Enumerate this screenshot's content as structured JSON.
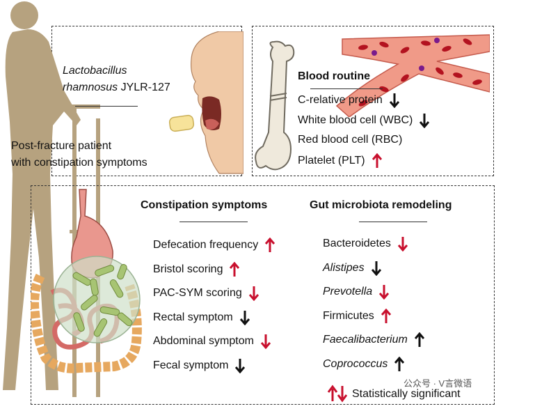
{
  "patient": {
    "species_genus": "Lactobacillus",
    "species_name": "rhamnosus",
    "strain": "JYLR-127",
    "description_line1": "Post-fracture patient",
    "description_line2": "with constipation symptoms"
  },
  "blood_routine": {
    "title": "Blood routine",
    "items": [
      {
        "label": "C-relative protein",
        "direction": "down",
        "significant": false
      },
      {
        "label": "White blood cell (WBC)",
        "direction": "down",
        "significant": false
      },
      {
        "label": "Red blood cell (RBC)",
        "direction": "none",
        "significant": false
      },
      {
        "label": "Platelet (PLT)",
        "direction": "up",
        "significant": true
      }
    ]
  },
  "constipation": {
    "title": "Constipation symptoms",
    "items": [
      {
        "label": "Defecation frequency",
        "direction": "up",
        "significant": true
      },
      {
        "label": "Bristol scoring",
        "direction": "up",
        "significant": true
      },
      {
        "label": "PAC-SYM scoring",
        "direction": "down",
        "significant": true
      },
      {
        "label": "Rectal symptom",
        "direction": "down",
        "significant": false
      },
      {
        "label": "Abdominal symptom",
        "direction": "down",
        "significant": true
      },
      {
        "label": "Fecal symptom",
        "direction": "down",
        "significant": false
      }
    ]
  },
  "microbiota": {
    "title": "Gut microbiota remodeling",
    "items": [
      {
        "label": "Bacteroidetes",
        "italic": false,
        "direction": "down",
        "significant": true
      },
      {
        "label": "Alistipes",
        "italic": true,
        "direction": "down",
        "significant": false
      },
      {
        "label": "Prevotella",
        "italic": true,
        "direction": "down",
        "significant": true
      },
      {
        "label": "Firmicutes",
        "italic": false,
        "direction": "up",
        "significant": true
      },
      {
        "label": "Faecalibacterium",
        "italic": true,
        "direction": "up",
        "significant": false
      },
      {
        "label": "Coprococcus",
        "italic": true,
        "direction": "up",
        "significant": false
      }
    ]
  },
  "legend": {
    "label": "Statistically significant"
  },
  "watermark": {
    "text": "公众号 · V言微语"
  },
  "colors": {
    "significant": "#c8102e",
    "nonsignificant": "#111111",
    "vessel": "#e07a6a",
    "rbc": "#b3121f",
    "wbc": "#7a1a8c"
  }
}
